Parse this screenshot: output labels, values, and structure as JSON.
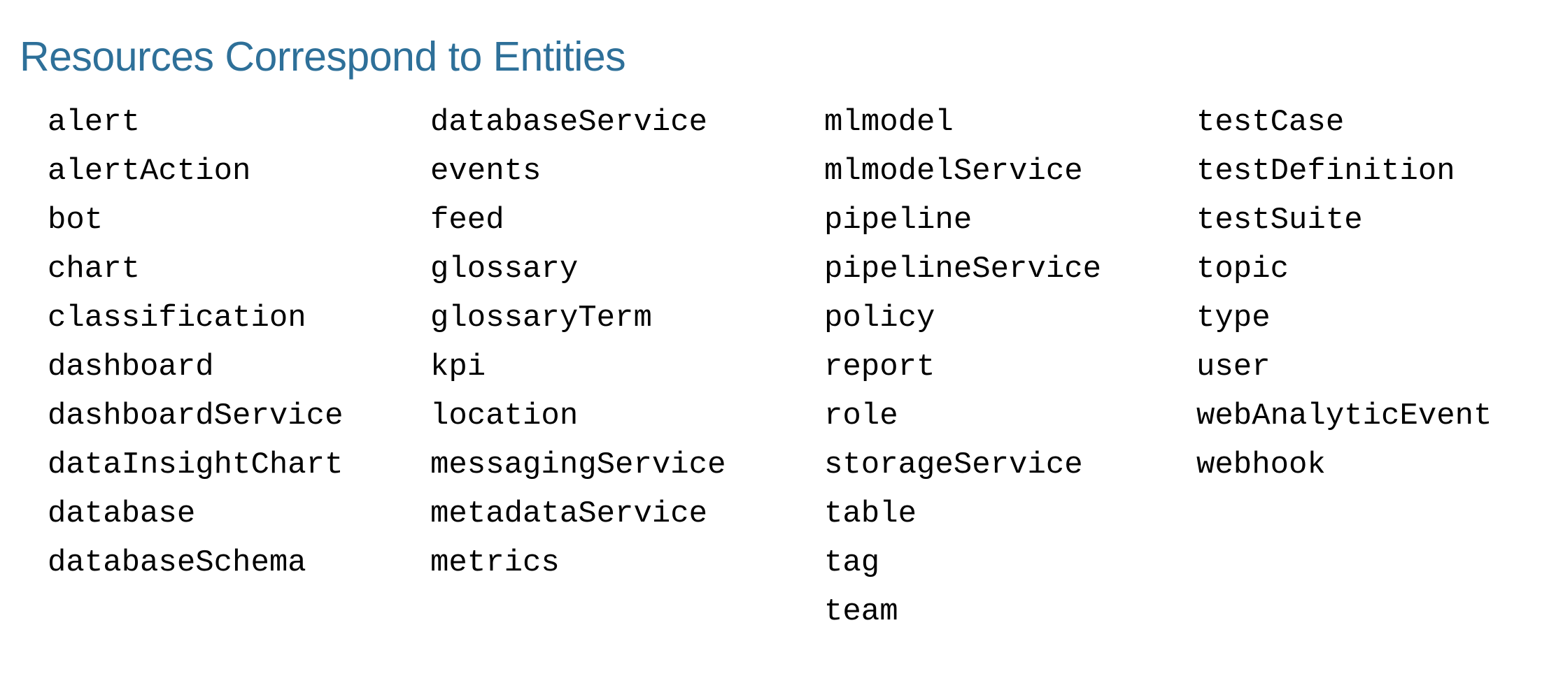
{
  "slide": {
    "title": "Resources Correspond to Entities",
    "title_color": "#2e7099",
    "background_color": "#ffffff",
    "text_color": "#000000"
  },
  "entity_columns": [
    {
      "index": 0,
      "items": [
        "alert",
        "alertAction",
        "bot",
        "chart",
        "classification",
        "dashboard",
        "dashboardService",
        "dataInsightChart",
        "database",
        "databaseSchema"
      ]
    },
    {
      "index": 1,
      "items": [
        "databaseService",
        "events",
        "feed",
        "glossary",
        "glossaryTerm",
        "kpi",
        "location",
        "messagingService",
        "metadataService",
        "metrics"
      ]
    },
    {
      "index": 2,
      "items": [
        "mlmodel",
        "mlmodelService",
        "pipeline",
        "pipelineService",
        "policy",
        "report",
        "role",
        "storageService",
        "table",
        "tag",
        "team"
      ]
    },
    {
      "index": 3,
      "items": [
        "testCase",
        "testDefinition",
        "testSuite",
        "topic",
        "type",
        "user",
        "webAnalyticEvent",
        "webhook"
      ]
    }
  ]
}
